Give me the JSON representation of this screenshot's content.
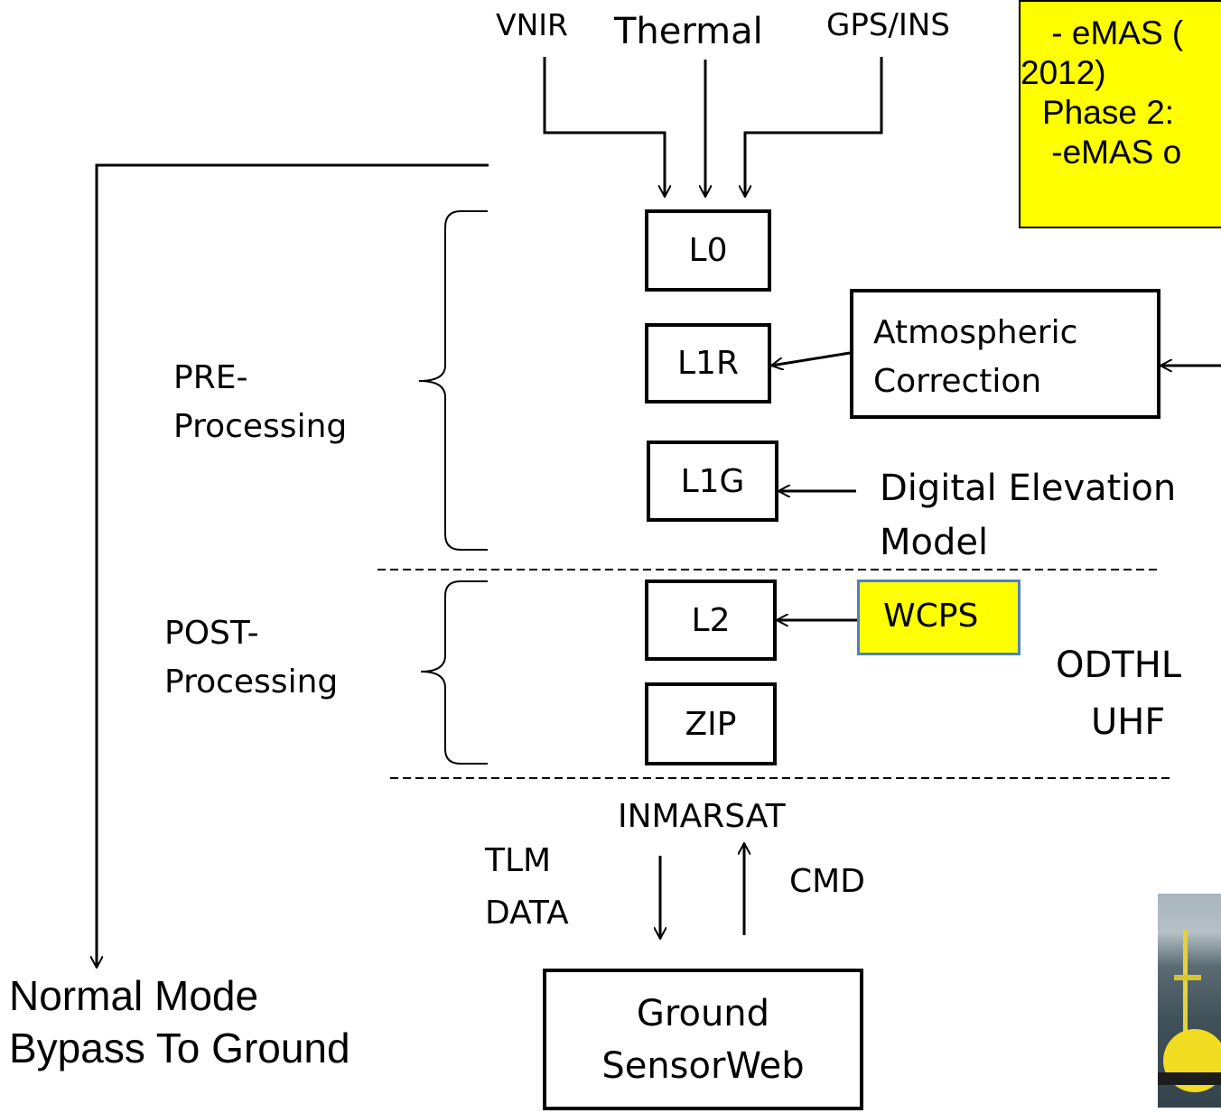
{
  "inputs": {
    "vnir": "VNIR",
    "thermal": "Thermal",
    "gps_ins": "GPS/INS"
  },
  "note": {
    "lines": [
      " - eMAS (",
      "2012)",
      "Phase 2:",
      " -eMAS o"
    ]
  },
  "boxes": {
    "l0": "L0",
    "l1r": "L1R",
    "l1g": "L1G",
    "l2": "L2",
    "zip": "ZIP",
    "atmospheric": [
      "Atmospheric",
      "Correction"
    ],
    "ground": [
      "Ground",
      "SensorWeb"
    ],
    "wcps": "WCPS"
  },
  "labels": {
    "pre": [
      "PRE-",
      "Processing"
    ],
    "post": [
      "POST-",
      "Processing"
    ],
    "dem": [
      "Digital Elevation",
      "Model"
    ],
    "odthl": "ODTHL",
    "uhf": "UHF",
    "inmarsat": "INMARSAT",
    "tlm": [
      "TLM",
      "DATA"
    ],
    "cmd": "CMD",
    "normal": [
      "Normal Mode",
      "Bypass To Ground"
    ]
  },
  "colors": {
    "note_fill": "#ffff00",
    "wcps_fill": "#ffff00",
    "wcps_border": "#4f81bd"
  }
}
